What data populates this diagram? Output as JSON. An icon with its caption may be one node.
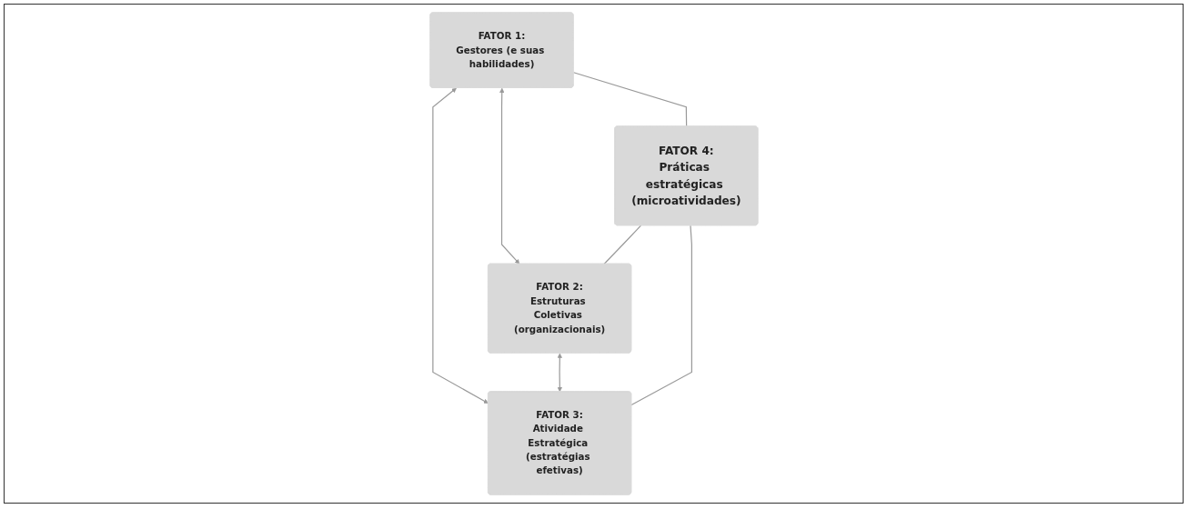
{
  "diagram": {
    "nodes": [
      {
        "text": [
          "FATOR 1:",
          "Gestores (e suas habilidades)"
        ]
      },
      {
        "text": [
          "FATOR 4:",
          "Práticas estratégicas (microatividades)"
        ]
      },
      {
        "text": [
          "FATOR 2:",
          "Estruturas Coletivas (organizacionais)"
        ]
      },
      {
        "text": [
          "FATOR 3:",
          "Atividade Estratégica (estratégias efetivas)"
        ]
      }
    ],
    "edges": [
      {
        "from": 0,
        "to": 2,
        "arrow": "both"
      },
      {
        "from": 0,
        "to": 3,
        "arrow": "both"
      },
      {
        "from": 2,
        "to": 3,
        "arrow": "both"
      },
      {
        "from": 0,
        "to": 1,
        "arrow": "none"
      },
      {
        "from": 1,
        "to": 2,
        "arrow": "none"
      },
      {
        "from": 1,
        "to": 3,
        "arrow": "none"
      }
    ]
  }
}
